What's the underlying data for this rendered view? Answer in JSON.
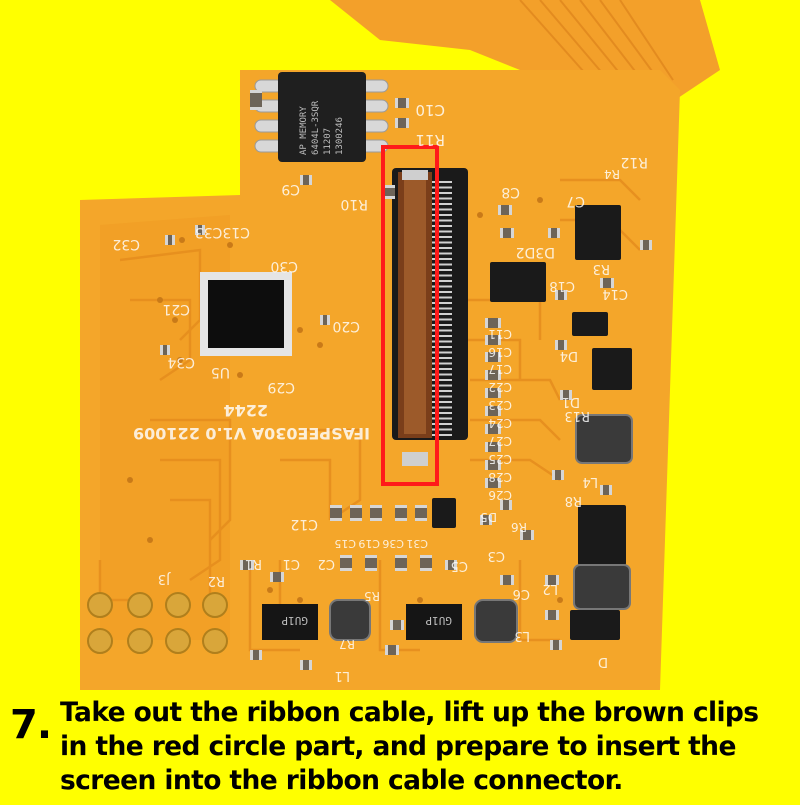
{
  "caption": {
    "step_number": "7.",
    "lines": [
      "Take out the ribbon cable, lift up the brown clips",
      "in the red circle part, and prepare to insert the",
      "screen into the ribbon cable connector."
    ]
  },
  "colors": {
    "background": "#ffff00",
    "pcb": "#f4a62a",
    "highlight_box": "#ff1a1a",
    "connector_clip": "#8a4a22"
  },
  "board": {
    "model_label": "IFASPEE030A V1.0 221009",
    "batch_label": "2244",
    "flash_chip_lines": [
      "AP MEMORY",
      "6404L-3SQR",
      "11207",
      "1300246"
    ],
    "regulator_chip_label": "GU1P",
    "components": {
      "c10": "C10",
      "r11": "R11",
      "c9": "C9",
      "r10": "R10",
      "c8": "C8",
      "c7": "C7",
      "r12": "R12",
      "r4": "R4",
      "c32": "C32",
      "c13c33": "C13C33",
      "c30": "C30",
      "c21": "C21",
      "c20": "C20",
      "c34": "C34",
      "u5": "U5",
      "c29": "C29",
      "d3d2": "D3D2",
      "r3": "R3",
      "c18": "C18",
      "c14": "C14",
      "c11": "C11",
      "c16": "C16",
      "c17": "C17",
      "c22": "C22",
      "c23": "C23",
      "c24": "C24",
      "c27": "C27",
      "c25": "C25",
      "c28": "C28",
      "c26": "C26",
      "d4": "D4",
      "d1": "D1",
      "r13": "R13",
      "l4": "L4",
      "r8": "R8",
      "d5": "D5",
      "r6": "R6",
      "c12": "C12",
      "c15": "C15",
      "c19": "C19",
      "c36": "C36",
      "c31": "C31",
      "c5": "C5",
      "c3": "C3",
      "c6": "C6",
      "r1": "R1",
      "c1": "C1",
      "c2": "C2",
      "r2": "R2",
      "j3": "J3",
      "r5": "R5",
      "r7": "R7",
      "l1": "L1",
      "l2": "L2",
      "l3": "L3",
      "d": "D"
    }
  }
}
